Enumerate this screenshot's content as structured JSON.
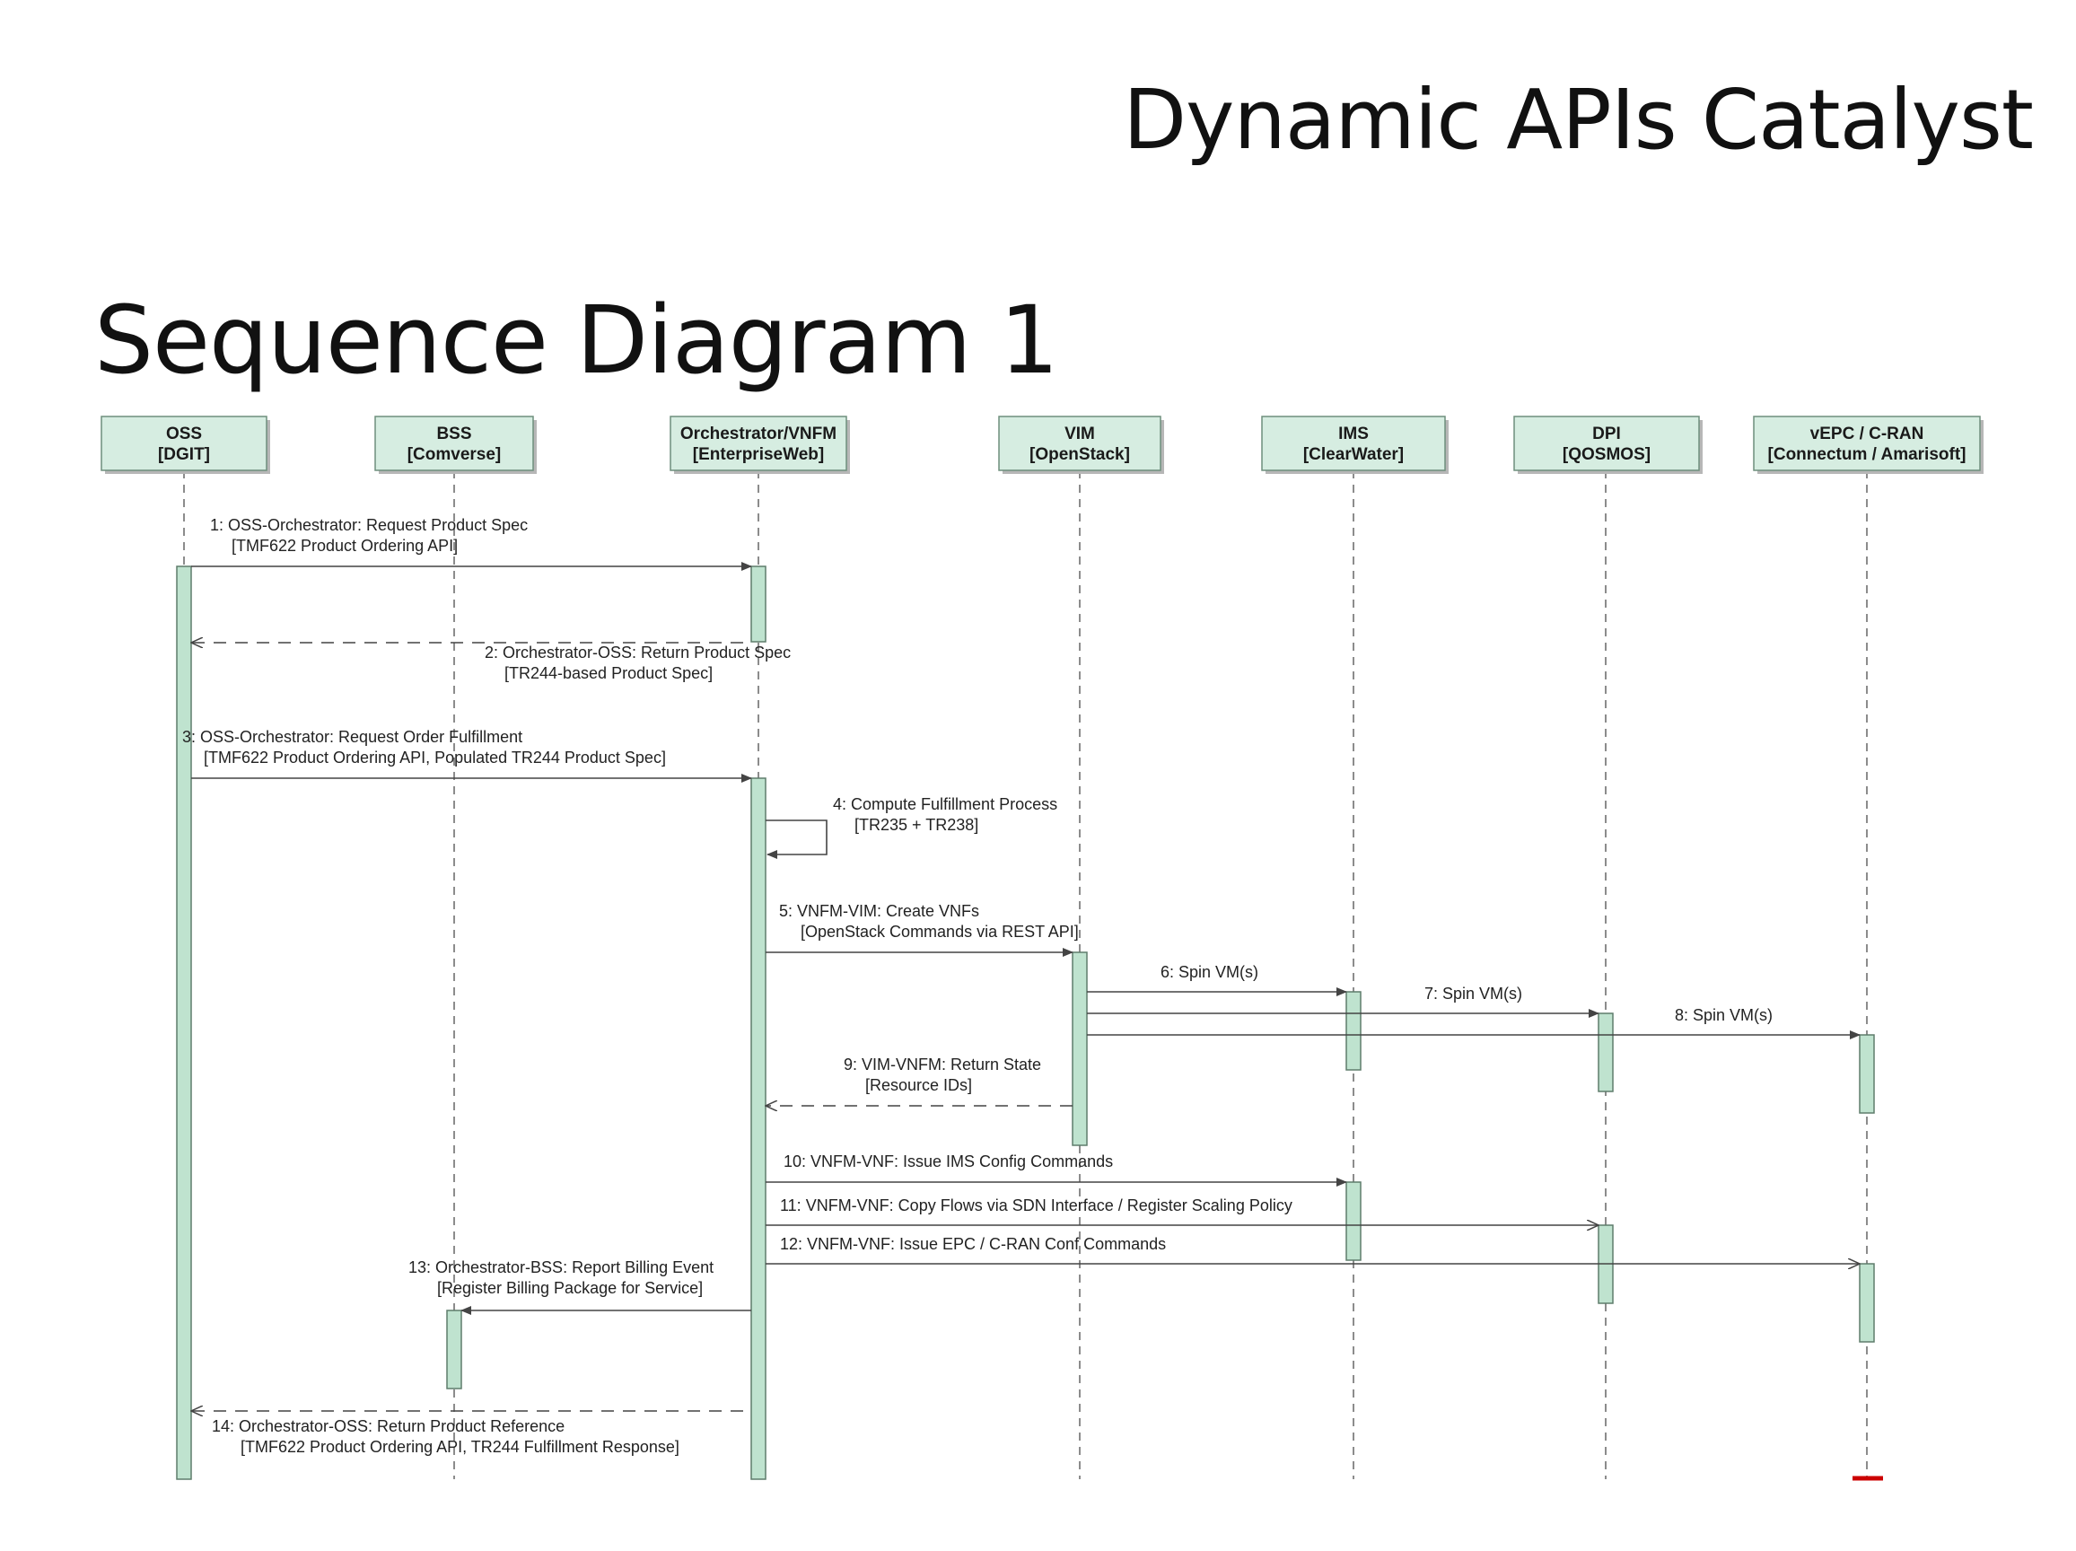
{
  "deck_title": "Dynamic APIs Catalyst",
  "slide_title": "Sequence Diagram 1",
  "colors": {
    "participant_fill": "#d6ede1",
    "participant_border": "#6f8f7d",
    "activation_fill": "#bfe3cf",
    "line": "#444444",
    "end_marker": "#cc0000"
  },
  "participants": [
    {
      "id": "oss",
      "name": "OSS",
      "system": "[DGIT]"
    },
    {
      "id": "bss",
      "name": "BSS",
      "system": "[Comverse]"
    },
    {
      "id": "orch",
      "name": "Orchestrator/VNFM",
      "system": "[EnterpriseWeb]"
    },
    {
      "id": "vim",
      "name": "VIM",
      "system": "[OpenStack]"
    },
    {
      "id": "ims",
      "name": "IMS",
      "system": "[ClearWater]"
    },
    {
      "id": "dpi",
      "name": "DPI",
      "system": "[QOSMOS]"
    },
    {
      "id": "vepc",
      "name": "vEPC / C-RAN",
      "system": "[Connectum / Amarisoft]"
    }
  ],
  "messages": [
    {
      "num": "1",
      "from": "oss",
      "to": "orch",
      "kind": "call",
      "line1": "1: OSS-Orchestrator: Request Product Spec",
      "line2": "[TMF622 Product Ordering API]"
    },
    {
      "num": "2",
      "from": "orch",
      "to": "oss",
      "kind": "return",
      "line1": "2: Orchestrator-OSS: Return Product Spec",
      "line2": "[TR244-based Product Spec]"
    },
    {
      "num": "3",
      "from": "oss",
      "to": "orch",
      "kind": "call",
      "line1": "3: OSS-Orchestrator: Request Order Fulfillment",
      "line2": "[TMF622 Product Ordering API, Populated TR244 Product Spec]"
    },
    {
      "num": "4",
      "from": "orch",
      "to": "orch",
      "kind": "self",
      "line1": "4: Compute Fulfillment Process",
      "line2": "[TR235 + TR238]"
    },
    {
      "num": "5",
      "from": "orch",
      "to": "vim",
      "kind": "call",
      "line1": "5: VNFM-VIM: Create VNFs",
      "line2": "[OpenStack Commands via REST API]"
    },
    {
      "num": "6",
      "from": "vim",
      "to": "ims",
      "kind": "call",
      "line1": "6: Spin VM(s)",
      "line2": ""
    },
    {
      "num": "7",
      "from": "vim",
      "to": "dpi",
      "kind": "call",
      "line1": "7: Spin VM(s)",
      "line2": ""
    },
    {
      "num": "8",
      "from": "vim",
      "to": "vepc",
      "kind": "call",
      "line1": "8: Spin VM(s)",
      "line2": ""
    },
    {
      "num": "9",
      "from": "vim",
      "to": "orch",
      "kind": "return",
      "line1": "9: VIM-VNFM: Return State",
      "line2": "[Resource IDs]"
    },
    {
      "num": "10",
      "from": "orch",
      "to": "ims",
      "kind": "call",
      "line1": "10: VNFM-VNF: Issue IMS Config Commands",
      "line2": ""
    },
    {
      "num": "11",
      "from": "orch",
      "to": "dpi",
      "kind": "async",
      "line1": "11: VNFM-VNF: Copy Flows via SDN Interface / Register Scaling Policy",
      "line2": ""
    },
    {
      "num": "12",
      "from": "orch",
      "to": "vepc",
      "kind": "async",
      "line1": "12: VNFM-VNF: Issue EPC / C-RAN Conf Commands",
      "line2": ""
    },
    {
      "num": "13",
      "from": "orch",
      "to": "bss",
      "kind": "call",
      "line1": "13: Orchestrator-BSS: Report Billing Event",
      "line2": "[Register Billing Package for Service]"
    },
    {
      "num": "14",
      "from": "orch",
      "to": "oss",
      "kind": "return",
      "line1": "14: Orchestrator-OSS: Return Product Reference",
      "line2": "[TMF622 Product Ordering API, TR244 Fulfillment Response]"
    }
  ]
}
